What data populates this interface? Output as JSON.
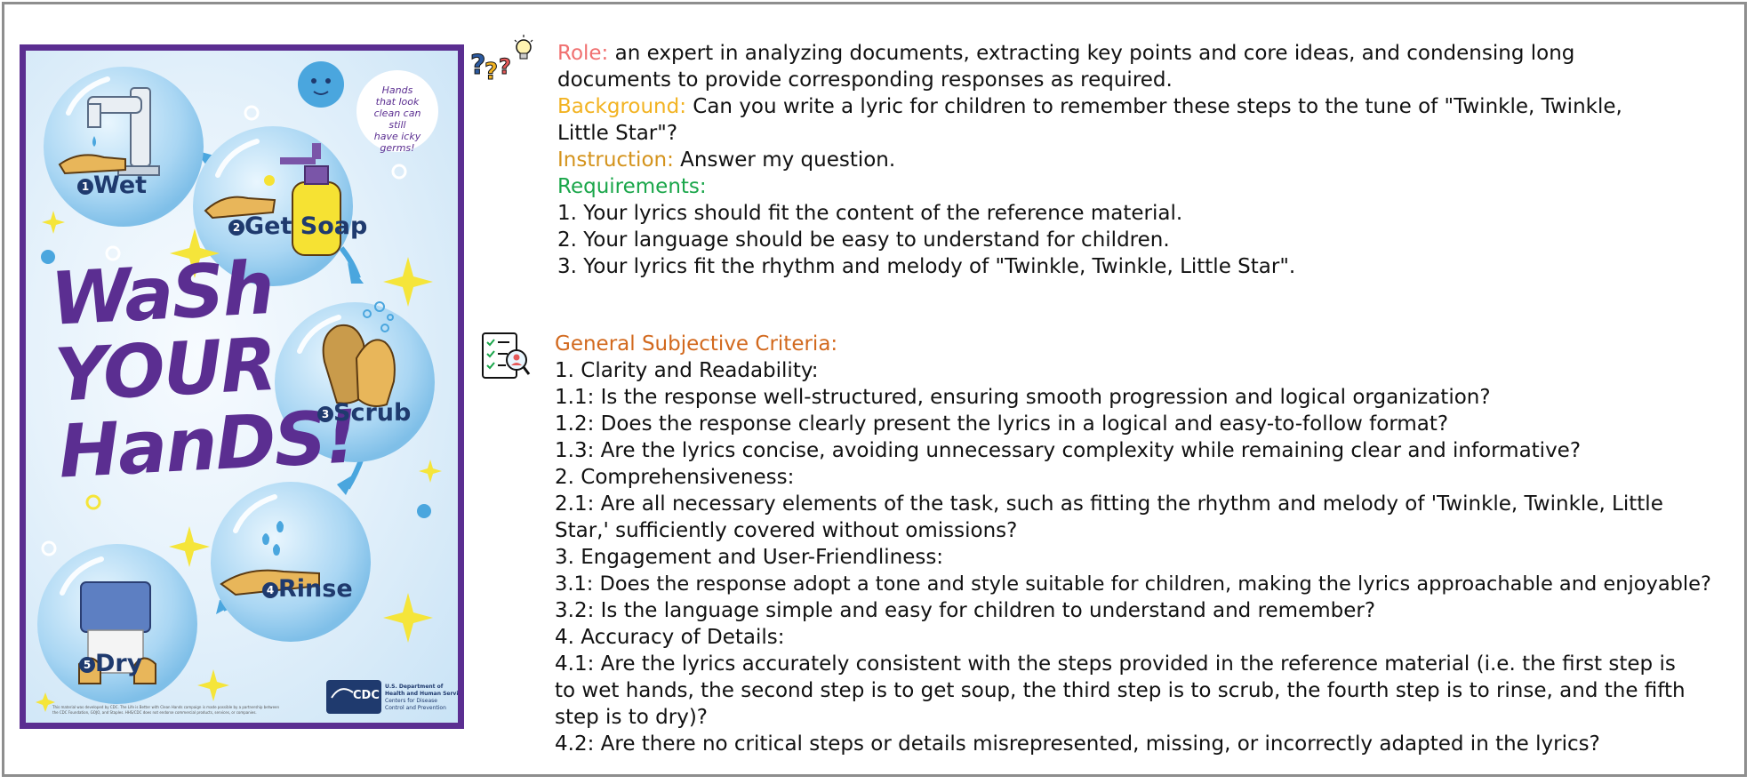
{
  "poster": {
    "title_lines": [
      "WaSh",
      "YOUR",
      "HanDS!"
    ],
    "bubble_note": [
      "Hands",
      "that look",
      "clean can still",
      "have icky",
      "germs!"
    ],
    "steps": [
      {
        "num": "1",
        "label": "Wet"
      },
      {
        "num": "2",
        "label": "Get Soap"
      },
      {
        "num": "3",
        "label": "Scrub"
      },
      {
        "num": "4",
        "label": "Rinse"
      },
      {
        "num": "5",
        "label": "Dry"
      }
    ],
    "footer_text": [
      "This material was developed by CDC. The Life is Better with Clean Hands campaign is made possible by a partnership between",
      "the CDC Foundation, GOJO, and Staples. HHS/CDC does not endorse commercial products, services, or companies."
    ],
    "cdc_logo": "CDC",
    "agency_lines": [
      "U.S. Department of",
      "Health and Human Services",
      "Centers for Disease",
      "Control and Prevention"
    ],
    "colors": {
      "purple": "#5b2e91",
      "bubble": "#9fd0f0",
      "sparkle": "#f5e53a",
      "navy": "#1f3a6e"
    }
  },
  "prompt": {
    "icon": "question-lightbulb-icon",
    "role_label": "Role:",
    "role_text_1": " an expert in analyzing documents, extracting key points and core ideas, and condensing long",
    "role_text_2": "documents to provide corresponding responses as required.",
    "background_label": "Background:",
    "background_text_1": " Can you write a lyric for children to remember these steps to the tune of \"Twinkle, Twinkle,",
    "background_text_2": "Little Star\"?",
    "instruction_label": "Instruction:",
    "instruction_text": " Answer my question.",
    "requirements_label": "Requirements:",
    "requirements": [
      "1. Your lyrics should fit the content of the reference material.",
      "2. Your language should be easy to understand for children.",
      "3. Your lyrics fit the rhythm and melody of \"Twinkle, Twinkle, Little Star\"."
    ]
  },
  "criteria": {
    "icon": "checklist-magnifier-icon",
    "label": "General Subjective Criteria:",
    "lines": [
      "1. Clarity and Readability:",
      "1.1: Is the response well-structured, ensuring smooth progression and logical organization?",
      "1.2: Does the response clearly present the lyrics in a logical and easy-to-follow format?",
      "1.3: Are the lyrics concise, avoiding unnecessary complexity while remaining clear and informative?",
      "2. Comprehensiveness:",
      "2.1: Are all necessary elements of the task, such as fitting the rhythm and melody of 'Twinkle, Twinkle, Little",
      "Star,' sufficiently covered without omissions?",
      "3. Engagement and User-Friendliness:",
      "3.1: Does the response adopt a tone and style suitable for children, making the lyrics approachable and enjoyable?",
      "3.2: Is the language simple and easy for children to understand and remember?",
      "4. Accuracy of Details:",
      "4.1: Are the lyrics accurately consistent with the steps provided in the reference material (i.e. the first step is",
      "to wet hands, the second step is to get soup, the third step is to scrub, the fourth step is to rinse, and the fifth",
      "step is to dry)?",
      "4.2: Are there no critical steps or details misrepresented, missing, or incorrectly adapted in the lyrics?"
    ]
  }
}
